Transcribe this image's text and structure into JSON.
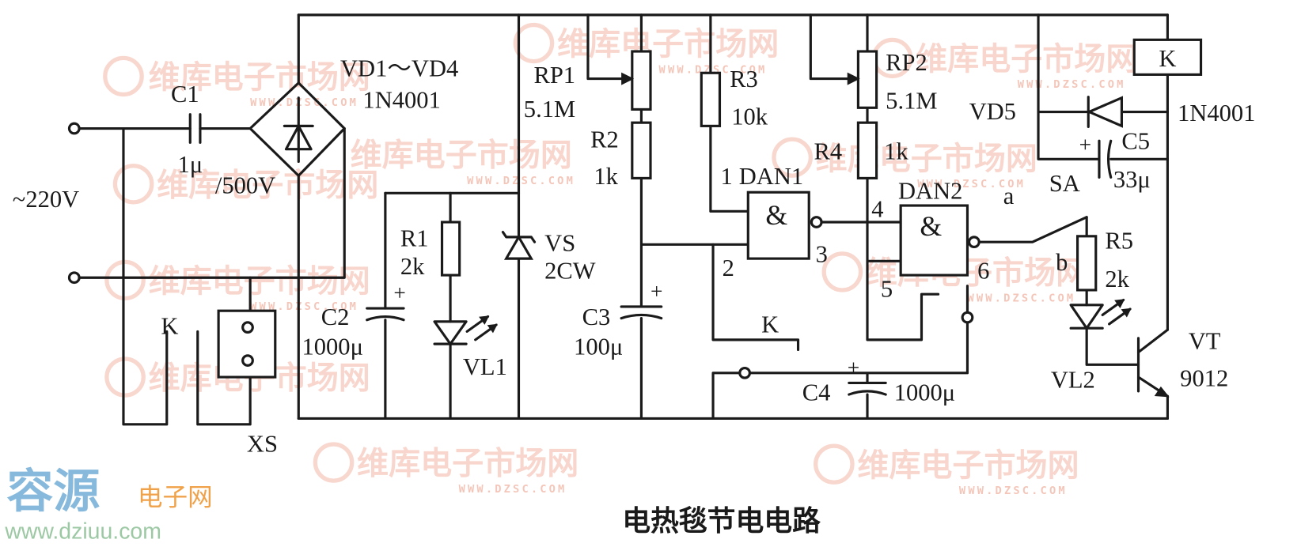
{
  "title": "电热毯节电电路",
  "labels": {
    "mains": "~220V",
    "c1": "C1",
    "c1_value": "1μ",
    "c1_rating": "/500V",
    "bridge": "VD1～VD4",
    "bridge_part": "1N4001",
    "k_switch_left": "K",
    "xs": "XS",
    "r1": "R1",
    "r1_value": "2k",
    "c2": "C2",
    "c2_value": "1000μ",
    "vl1": "VL1",
    "vs": "VS",
    "vs_part": "2CW",
    "rp1": "RP1",
    "rp1_value": "5.1M",
    "r2": "R2",
    "r2_value": "1k",
    "c3": "C3",
    "c3_value": "100μ",
    "r3": "R3",
    "r3_value": "10k",
    "dan1": "DAN1",
    "pin1": "1",
    "pin2": "2",
    "pin3": "3",
    "and_symbol": "&",
    "k_switch_mid": "K",
    "c4": "C4",
    "c4_value": "1000μ",
    "rp2": "RP2",
    "rp2_value": "5.1M",
    "r4": "R4",
    "r4_value": "1k",
    "dan2": "DAN2",
    "pin4": "4",
    "pin5": "5",
    "pin6": "6",
    "relay": "K",
    "vd5": "VD5",
    "vd5_part": "1N4001",
    "c5": "C5",
    "c5_value": "33μ",
    "sa": "SA",
    "contact_a": "a",
    "contact_b": "b",
    "r5": "R5",
    "r5_value": "2k",
    "vl2": "VL2",
    "vt": "VT",
    "vt_part": "9012",
    "plus": "+"
  },
  "watermark": {
    "brand": "维库电子市场网",
    "url": "WWW.DZSC.COM",
    "logo_main": "容源",
    "logo_sub": "电子网",
    "logo_url": "www.dziuu.com"
  },
  "colors": {
    "ink": "#1a1a1a",
    "watermark": "#f6c9bd",
    "logo_blue": "#86b9dc",
    "logo_orange": "#f0a24a",
    "logo_green": "#9cc8a4"
  }
}
